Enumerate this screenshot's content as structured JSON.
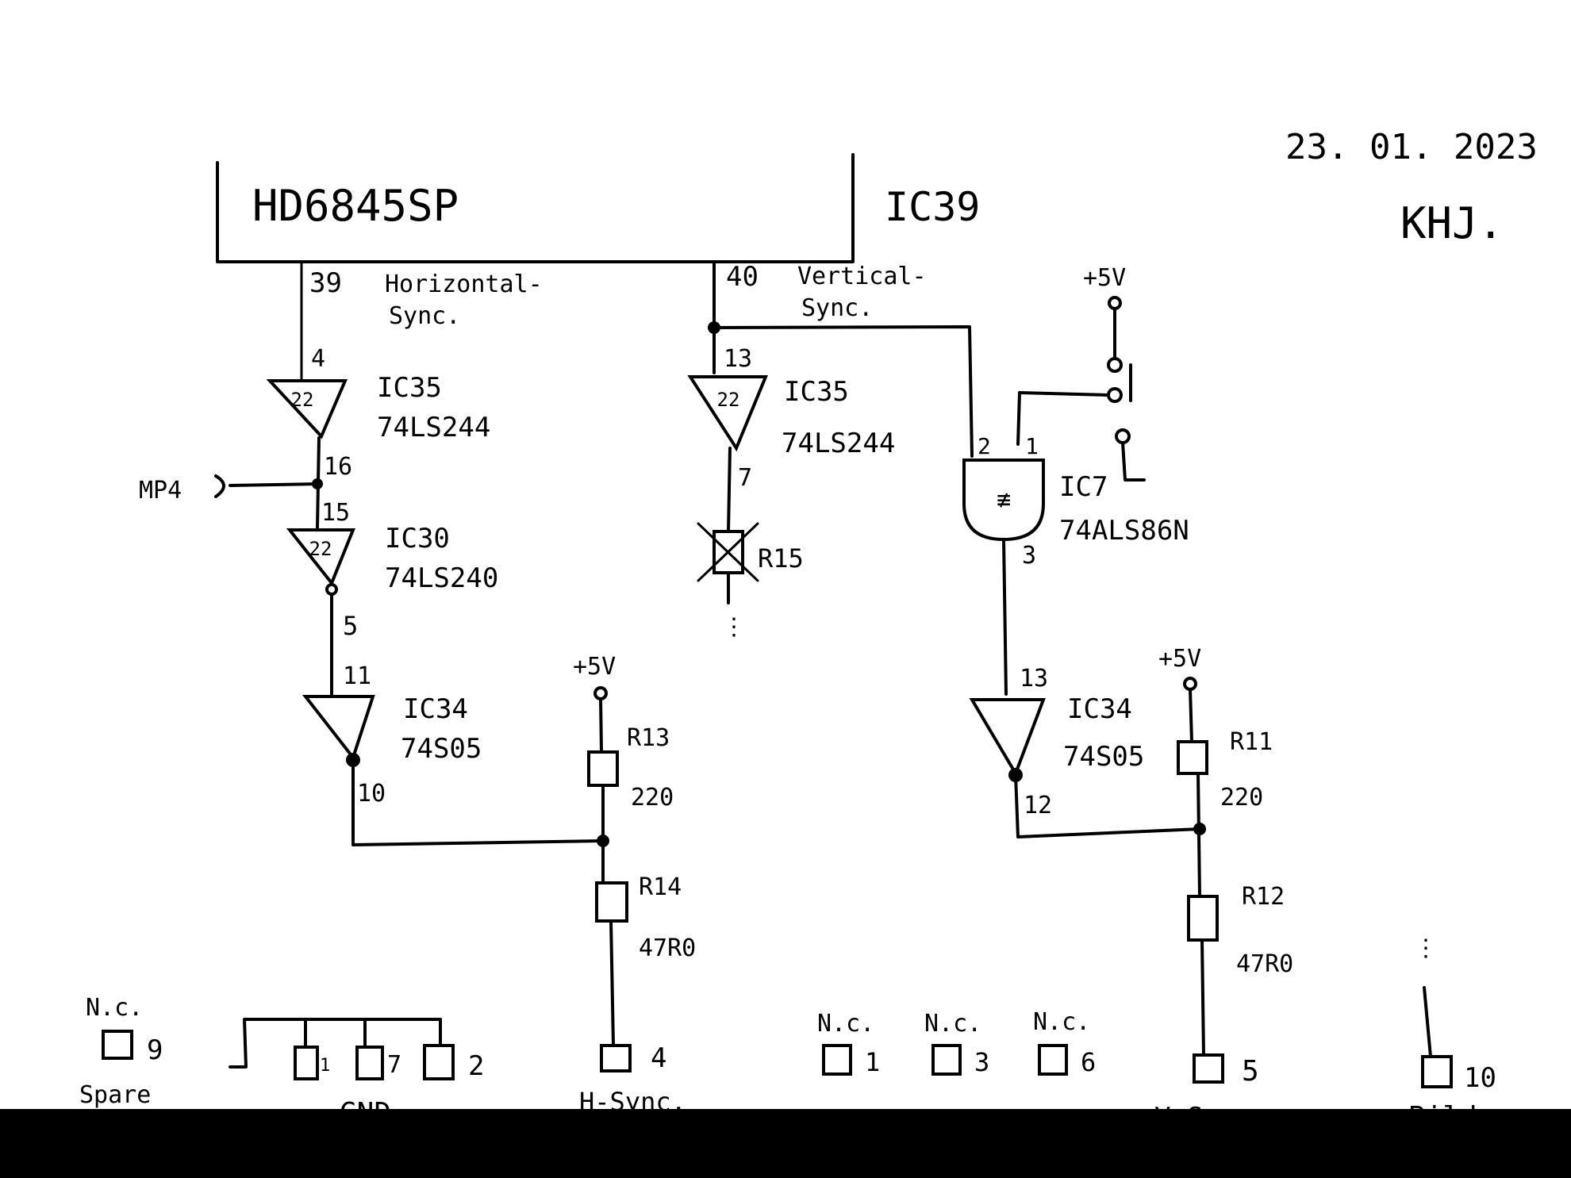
{
  "header": {
    "date": "23. 01. 2023",
    "signature": "KHJ."
  },
  "chips": {
    "main_name": "HD6845SP",
    "main_ref": "IC39",
    "h_pin_out": "39",
    "h_signal_line1": "Horizontal-",
    "h_signal_line2": "Sync.",
    "v_pin_out": "40",
    "v_signal_line1": "Vertical-",
    "v_signal_line2": "Sync."
  },
  "left_path": {
    "ic35_ref": "IC35",
    "ic35_part": "74LS244",
    "ic35_pin_in": "4",
    "ic35_pin_out": "16",
    "ic35_label": "22",
    "mp4_label": "MP4",
    "ic30_ref": "IC30",
    "ic30_part": "74LS240",
    "ic30_pin_in": "15",
    "ic30_pin_out": "5",
    "ic30_label": "22",
    "ic34_ref": "IC34",
    "ic34_part": "74S05",
    "ic34_pin_in": "11",
    "ic34_pin_out": "10",
    "vcc": "+5V",
    "r13_ref": "R13",
    "r13_val": "220",
    "r14_ref": "R14",
    "r14_val": "47R0"
  },
  "middle_path": {
    "ic35_ref": "IC35",
    "ic35_part": "74LS244",
    "ic35_pin_in": "13",
    "ic35_pin_out": "7",
    "ic35_label": "22",
    "r15_ref": "R15"
  },
  "right_path": {
    "vcc_switch": "+5V",
    "ic7_ref": "IC7",
    "ic7_part": "74ALS86N",
    "ic7_pin_a": "2",
    "ic7_pin_b": "1",
    "ic7_pin_out": "3",
    "ic34_ref": "IC34",
    "ic34_part": "74S05",
    "ic34_pin_in": "13",
    "ic34_pin_out": "12",
    "vcc": "+5V",
    "r11_ref": "R11",
    "r11_val": "220",
    "r12_ref": "R12",
    "r12_val": "47R0"
  },
  "connector": {
    "pin9_nc": "N.c.",
    "pin9_num": "9",
    "pin9_label": "Spare",
    "gnd_pins": [
      "1",
      "7",
      "2"
    ],
    "gnd_label": "GND",
    "pin4_num": "4",
    "pin4_label": "H-Sync.",
    "nc_pins": [
      {
        "nc": "N.c.",
        "num": "1"
      },
      {
        "nc": "N.c.",
        "num": "3"
      },
      {
        "nc": "N.c.",
        "num": "6"
      }
    ],
    "pin5_num": "5",
    "pin5_label": "V-Sync.",
    "pin10_num": "10",
    "pin10_label": "Bild"
  }
}
